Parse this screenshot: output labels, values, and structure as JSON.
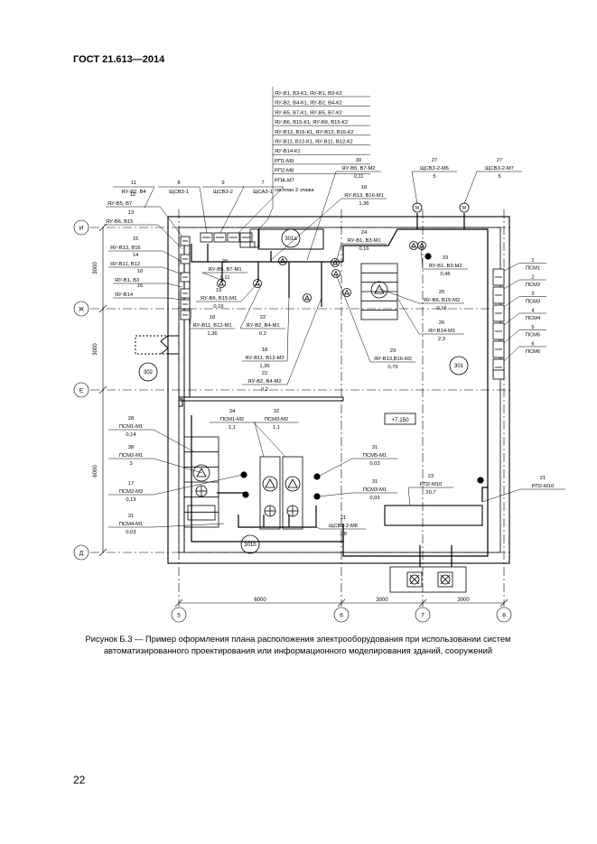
{
  "header": "ГОСТ 21.613—2014",
  "caption": "Рисунок Б.3 — Пример оформления плана расположения электрооборудования при использовании систем автоматизированного проектирования или информационного моделирования зданий, сооружений",
  "page_number": "22",
  "axes": {
    "rows": [
      "И",
      "Ж",
      "Е",
      "Д"
    ],
    "cols": [
      "5",
      "6",
      "7",
      "8"
    ],
    "dims_left": [
      "3000",
      "3000",
      "6000"
    ],
    "dims_bottom": [
      "6000",
      "3000",
      "3000"
    ]
  },
  "rooms": [
    "301а",
    "302",
    "301",
    "301б"
  ],
  "level_mark": "+7,150",
  "top_list": {
    "lines": [
      "ЯУ-В1, В3-К1, ЯУ-В1, В3-К2",
      "ЯУ-В2, В4-К1, ЯУ-В2, В4-К2",
      "ЯУ-В5, В7-К1, ЯУ-В5, В7-К2",
      "ЯУ-В6, В15-К1, ЯУ-В6, В15-К2",
      "ЯУ-В13, В16-К1, ЯУ-В13, В16-К2",
      "ЯУ-В11, В12-К1, ЯУ-В11, В12-К2",
      "ЯУ-В14-К1",
      "РП1-М9",
      "РП2-М8",
      "РПА-М7",
      "см.план 2 этажа"
    ]
  },
  "panels_top": [
    {
      "num": "11",
      "label": "ЯУ-В2, В4"
    },
    {
      "num": "8",
      "label": "ЩСВ3-1"
    },
    {
      "num": "9",
      "label": "ЩСВ3-2"
    },
    {
      "num": "7",
      "label": "ЩСА3-1"
    }
  ],
  "left_panels": [
    {
      "num": "12",
      "label": "ЯУ-В5, В7"
    },
    {
      "num": "13",
      "label": "ЯУ-В6, В15"
    },
    {
      "num": "15",
      "label": "ЯУ-В13, В16"
    },
    {
      "num": "14",
      "label": "ЯУ-В11, В12"
    },
    {
      "num": "10",
      "label": "ЯУ-В1, В3"
    },
    {
      "num": "16",
      "label": "ЯУ-В14"
    }
  ],
  "shelves": [
    {
      "num": "30",
      "label": "ЯУ-В5, В7-М2",
      "value": "0,11"
    },
    {
      "num": "18",
      "label": "ЯУ-В13, В16-М1",
      "value": "1,36"
    },
    {
      "num": "24",
      "label": "ЯУ-В1, В3-М1",
      "value": "0,16"
    },
    {
      "num": "20",
      "label": "ЯУ-В5, В7-М1",
      "value": "0,11"
    },
    {
      "num": "19",
      "label": "ЯУ-В6, В15-М1",
      "value": "0,16"
    },
    {
      "num": "18",
      "label": "ЯУ-В11, В12-М1",
      "value": "1,36"
    },
    {
      "num": "22",
      "label": "ЯУ-В2, В4-М1",
      "value": "0,2"
    },
    {
      "num": "18",
      "label": "ЯУ-В11, В12-М2",
      "value": "1,36"
    },
    {
      "num": "22",
      "label": "ЯУ-В2, В4-М2",
      "value": "0,2"
    },
    {
      "num": "33",
      "label": "ЯУ-В1, В3-М2",
      "value": "0,46"
    },
    {
      "num": "25",
      "label": "ЯУ-В6, В15-М2",
      "value": "0,16"
    },
    {
      "num": "26",
      "label": "ЯУ-В14-М1",
      "value": "2,3"
    },
    {
      "num": "29",
      "label": "ЯУ-В13,В16-М2",
      "value": "0,79"
    },
    {
      "num": "27",
      "label": "ЩСВ3-2-М6",
      "value": "5"
    },
    {
      "num": "27",
      "label": "ЩСВ3-2-М7",
      "value": "5"
    },
    {
      "num": "28",
      "label": "ПСМ1-М1",
      "value": "0,14"
    },
    {
      "num": "38",
      "label": "ПСМ2-М1",
      "value": "3"
    },
    {
      "num": "17",
      "label": "ПСМ2-М3",
      "value": "0,19"
    },
    {
      "num": "31",
      "label": "ПСМ4-М1",
      "value": "0,03"
    },
    {
      "num": "34",
      "label": "ПСМ1-М2",
      "value": "1,1"
    },
    {
      "num": "32",
      "label": "ПСМ3-М2",
      "value": "1,1"
    },
    {
      "num": "31",
      "label": "ПСМ5-М1",
      "value": "0,03"
    },
    {
      "num": "31",
      "label": "ПСМ3-М1",
      "value": "0,03"
    },
    {
      "num": "21",
      "label": "ЩСВ3-2-М8",
      "value": "3,8"
    },
    {
      "num": "23",
      "label": "РП2-М10",
      "value": "20,7"
    },
    {
      "num": "21",
      "label": "РП2-М10",
      "value": ""
    }
  ],
  "right_list": [
    {
      "num": "1",
      "label": "ПСМ1"
    },
    {
      "num": "2",
      "label": "ПСМ2"
    },
    {
      "num": "3",
      "label": "ПСМ3"
    },
    {
      "num": "4",
      "label": "ПСМ4"
    },
    {
      "num": "5",
      "label": "ПСМ5"
    },
    {
      "num": "6",
      "label": "ПСМ6"
    }
  ]
}
